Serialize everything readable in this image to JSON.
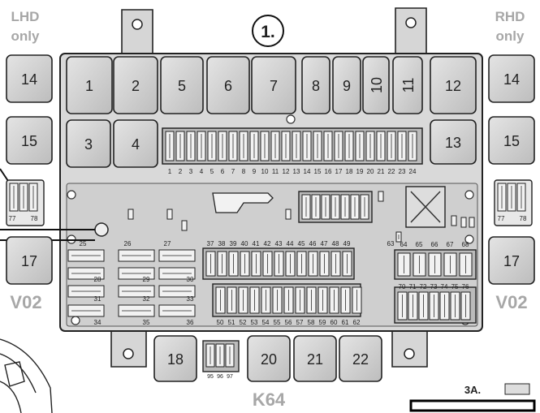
{
  "diagram": {
    "marker": "1.",
    "lhd_label": [
      "LHD",
      "only"
    ],
    "rhd_label": [
      "RHD",
      "only"
    ],
    "left_connectors": [
      "14",
      "15",
      "17"
    ],
    "right_connectors": [
      "14",
      "15",
      "17"
    ],
    "left_code": "V02",
    "right_code": "V02",
    "bottom_code": "K64",
    "figure_ref": "3A.",
    "top_relays": [
      "1",
      "2",
      "5",
      "6",
      "7",
      "8",
      "9",
      "10",
      "11",
      "12"
    ],
    "mid_relays": [
      "3",
      "4",
      "13"
    ],
    "bottom_relays": [
      "18",
      "20",
      "21",
      "22"
    ],
    "fuse_row_labels": [
      "1",
      "2",
      "3",
      "4",
      "5",
      "6",
      "7",
      "8",
      "9",
      "10",
      "11",
      "12",
      "13",
      "14",
      "15",
      "16",
      "17",
      "18",
      "19",
      "20",
      "21",
      "22",
      "23",
      "24"
    ],
    "side_fuse_labels": [
      "77",
      "78"
    ],
    "maxi_fuse_labels": [
      "25",
      "26",
      "27",
      "28",
      "29",
      "30",
      "31",
      "32",
      "33",
      "34",
      "35",
      "36"
    ],
    "fuse_labels_37_49": [
      "37",
      "38",
      "39",
      "40",
      "41",
      "42",
      "43",
      "44",
      "45",
      "46",
      "47",
      "48",
      "49"
    ],
    "fuse_labels_50_62": [
      "50",
      "51",
      "52",
      "53",
      "54",
      "55",
      "56",
      "57",
      "58",
      "59",
      "60",
      "61",
      "62"
    ],
    "fuse_label_63": "63",
    "fuse_labels_64_68": [
      "64",
      "65",
      "66",
      "67",
      "68"
    ],
    "fuse_labels_70_76": [
      "70",
      "71",
      "72",
      "73",
      "74",
      "75",
      "76"
    ],
    "fuse_labels_95_97": [
      "95",
      "96",
      "97"
    ]
  }
}
